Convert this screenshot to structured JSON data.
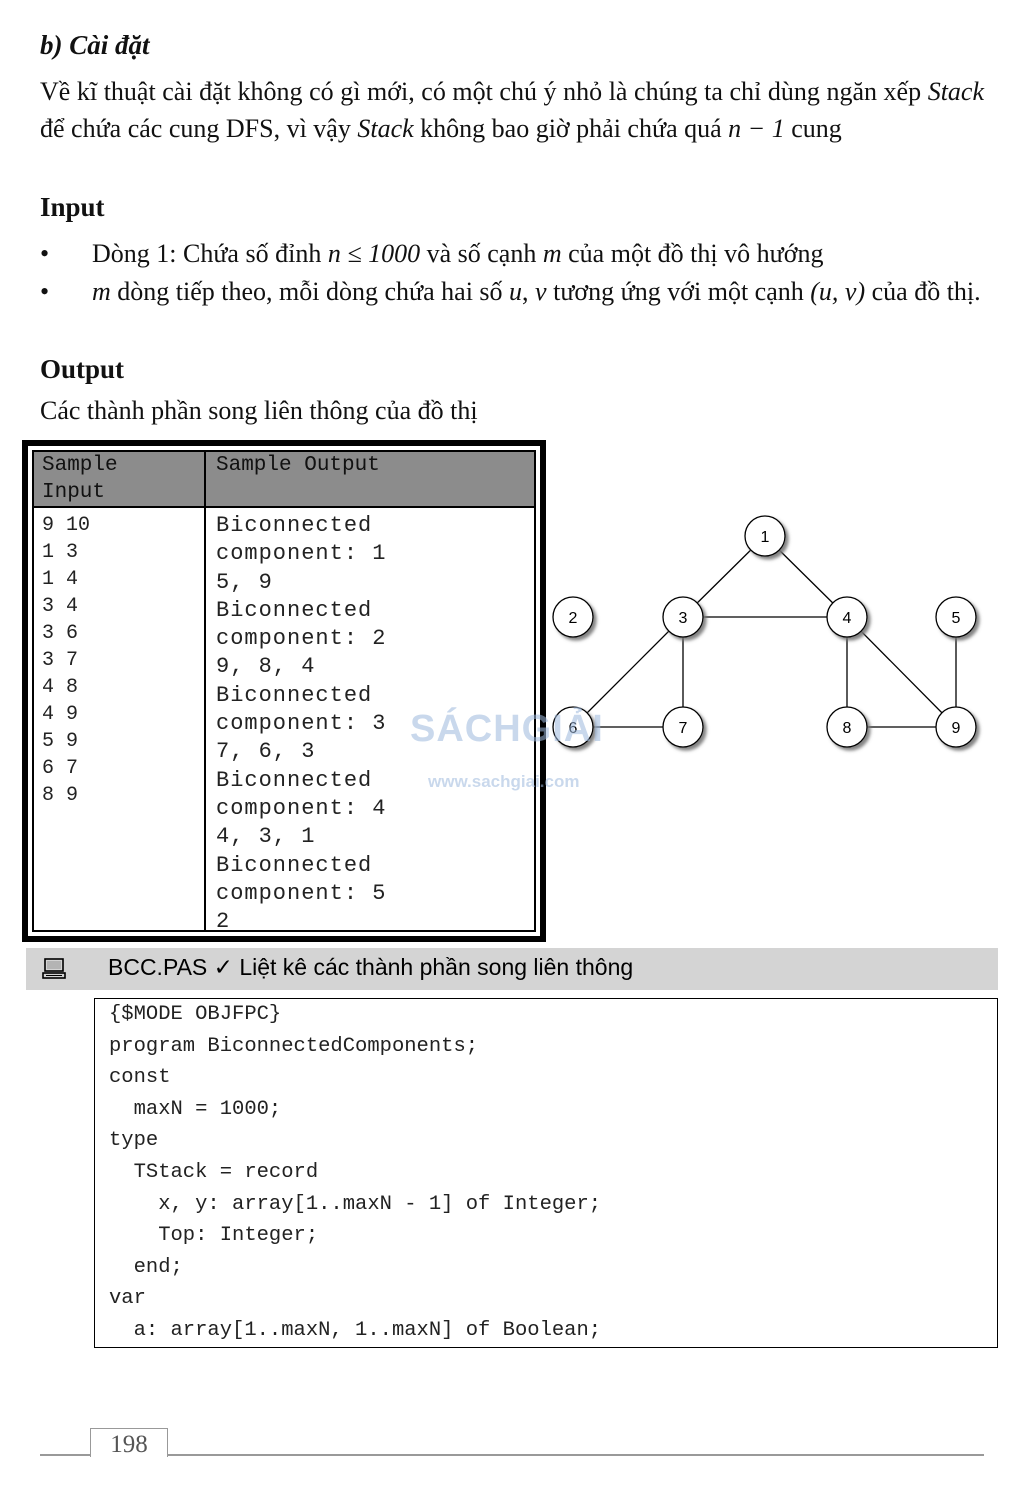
{
  "section_heading": "b) Cài đặt",
  "intro": {
    "part1": "Về kĩ thuật cài đặt không có gì mới, có một chú ý nhỏ là chúng ta chỉ dùng ngăn xếp ",
    "stack1": "Stack",
    "part2": " để chứa các cung DFS, vì vậy ",
    "stack2": "Stack",
    "part3": " không bao giờ phải chứa quá ",
    "math": "n − 1",
    "part4": " cung"
  },
  "input_heading": "Input",
  "bullets": [
    {
      "a": "Dòng 1: Chứa số đỉnh ",
      "m1": "n ≤ 1000",
      "b": " và số cạnh ",
      "m2": "m",
      "c": " của một đồ thị vô hướng"
    },
    {
      "m0": "m",
      "a": " dòng tiếp theo, mỗi dòng chứa hai số ",
      "m1": "u",
      "b": ", ",
      "m2": "v",
      "c": " tương ứng với một cạnh ",
      "m3": "(u, v)",
      "d": " của đồ thị."
    }
  ],
  "output_heading": "Output",
  "output_desc": "Các thành phần song liên thông của đồ thị",
  "sample": {
    "input_header_1": "Sample",
    "input_header_2": "Input",
    "output_header": "Sample Output",
    "input_lines": [
      "9 10",
      "1 3",
      "1 4",
      "3 4",
      "3 6",
      "3 7",
      "4 8",
      "4 9",
      "5 9",
      "6 7",
      "8 9"
    ],
    "output_lines": [
      "Biconnected",
      "component: 1",
      "5, 9",
      "Biconnected",
      "component: 2",
      "9, 8, 4",
      "Biconnected",
      "component: 3",
      "7, 6, 3",
      "Biconnected",
      "component: 4",
      "4, 3, 1",
      "Biconnected",
      "component: 5",
      "2"
    ]
  },
  "graph": {
    "nodes": [
      "1",
      "2",
      "3",
      "4",
      "5",
      "6",
      "7",
      "8",
      "9"
    ],
    "edges": [
      [
        "1",
        "3"
      ],
      [
        "1",
        "4"
      ],
      [
        "3",
        "4"
      ],
      [
        "3",
        "6"
      ],
      [
        "3",
        "7"
      ],
      [
        "4",
        "8"
      ],
      [
        "4",
        "9"
      ],
      [
        "5",
        "9"
      ],
      [
        "6",
        "7"
      ],
      [
        "8",
        "9"
      ]
    ]
  },
  "code": {
    "icon": "computer-icon",
    "title": "BCC.PAS ✓ Liệt kê các thành phần song liên thông",
    "lines": [
      "{$MODE OBJFPC}",
      "program BiconnectedComponents;",
      "const",
      "  maxN = 1000;",
      "type",
      "  TStack = record",
      "    x, y: array[1..maxN - 1] of Integer;",
      "    Top: Integer;",
      "  end;",
      "var",
      "  a: array[1..maxN, 1..maxN] of Boolean;"
    ]
  },
  "watermark": {
    "title": "SÁCHGIẢI",
    "url": "www.sachgiai.com"
  },
  "page_number": "198"
}
